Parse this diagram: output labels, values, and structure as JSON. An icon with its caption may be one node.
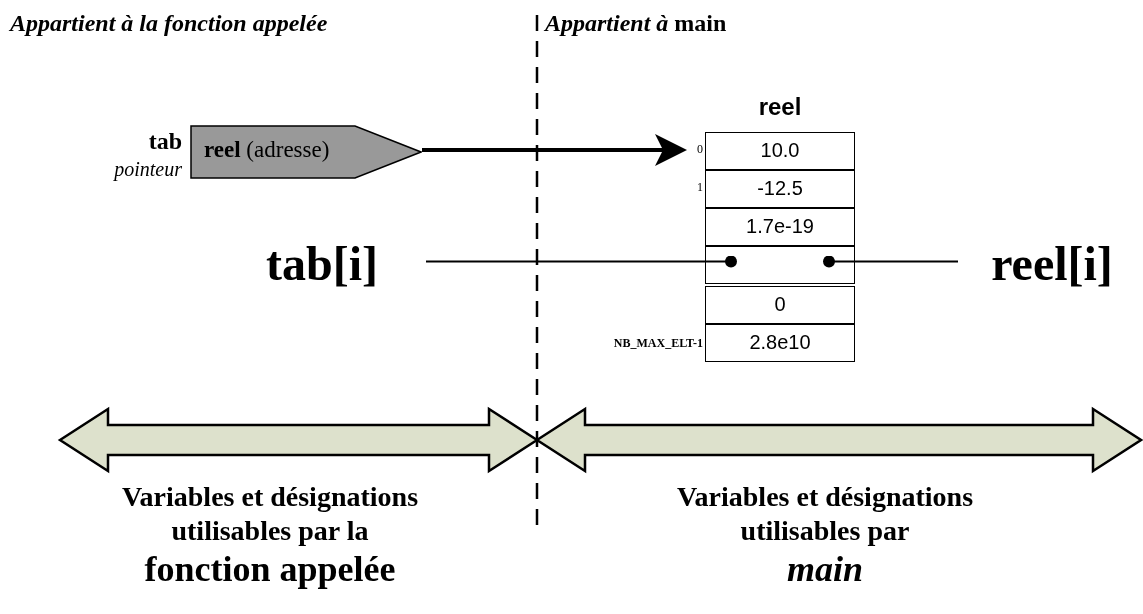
{
  "diagram": {
    "nodes": [
      {
        "text": [
          "**reel** (adresse)"
        ],
        "beside": [
          "tab",
          "pointeur"
        ]
      },
      {
        "text": [
          "reel"
        ]
      },
      {
        "text": [
          "10.0"
        ],
        "in": 1,
        "beside": [
          "0"
        ]
      },
      {
        "text": [
          "-12.5"
        ],
        "in": 1,
        "beside": [
          "1"
        ]
      },
      {
        "text": [
          "1.7e-19"
        ],
        "in": 1
      },
      {
        "text": [],
        "shape": "box",
        "in": 1
      },
      {
        "text": [
          "0"
        ],
        "in": 1
      },
      {
        "text": [
          "2.8e10"
        ],
        "in": 1,
        "beside": [
          "NB_MAX_ELT-1"
        ]
      },
      {
        "text": [
          "tab[i]"
        ]
      },
      {
        "text": [
          "reel[i]"
        ]
      }
    ],
    "edges": [
      {
        "from": 0,
        "to": 2,
        "arrow": "to",
        "style": "thick"
      },
      {
        "from": 8,
        "to": 5,
        "arrow": "other"
      },
      {
        "from": 9,
        "to": 5,
        "arrow": "other"
      }
    ],
    "labels": [
      "Appartient à la fonction appelée",
      "Appartient à **main**",
      "Variables et désignations utilisables par la",
      "fonction appelée",
      "Variables et désignations utilisables par",
      "main"
    ]
  }
}
